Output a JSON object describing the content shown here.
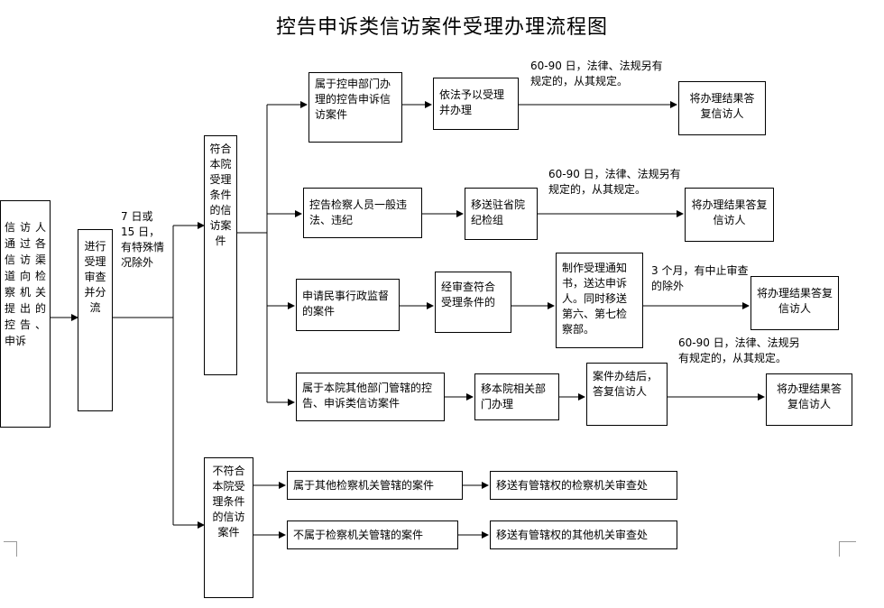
{
  "title": "控告申诉类信访案件受理办理流程图",
  "nodes": {
    "source": "信访人通过各信访渠道向检察机关提出的控告、申诉",
    "review": "进行受理审查并分流",
    "qualified": "符合本院受理条件的信访案件",
    "not_qualified": "不符合本院受理条件的信访案件",
    "r1_a": "属于控申部门办理的控告申诉信访案件",
    "r1_b": "依法予以受理并办理",
    "r1_c": "将办理结果答复信访人",
    "r2_a": "控告检察人员一般违法、违纪",
    "r2_b": "移送驻省院纪检组",
    "r2_c": "将办理结果答复信访人",
    "r3_a": "申请民事行政监督的案件",
    "r3_b": "经审查符合受理条件的",
    "r3_c": "制作受理通知书，送达申诉人。同时移送第六、第七检察部。",
    "r3_d": "将办理结果答复信访人",
    "r4_a": "属于本院其他部门管辖的控告、申诉类信访案件",
    "r4_b": "移本院相关部门办理",
    "r4_c": "案件办结后，答复信访人",
    "r4_d": "将办理结果答复信访人",
    "n1_a": "属于其他检察机关管辖的案件",
    "n1_b": "移送有管辖权的检察机关审查处",
    "n2_a": "不属于检察机关管辖的案件",
    "n2_b": "移送有管辖权的其他机关审查处"
  },
  "notes": {
    "review_time": "7 日或 15 日，有特殊情况除外",
    "r1_time": "60-90 日，法律、法规另有规定的，从其规定。",
    "r2_time": "60-90 日，法律、法规另有规定的，从其规定。",
    "r3_time": "3 个月，有中止审查的除外",
    "r4_time": "60-90 日，法律、法规另有规定的，从其规定。"
  }
}
